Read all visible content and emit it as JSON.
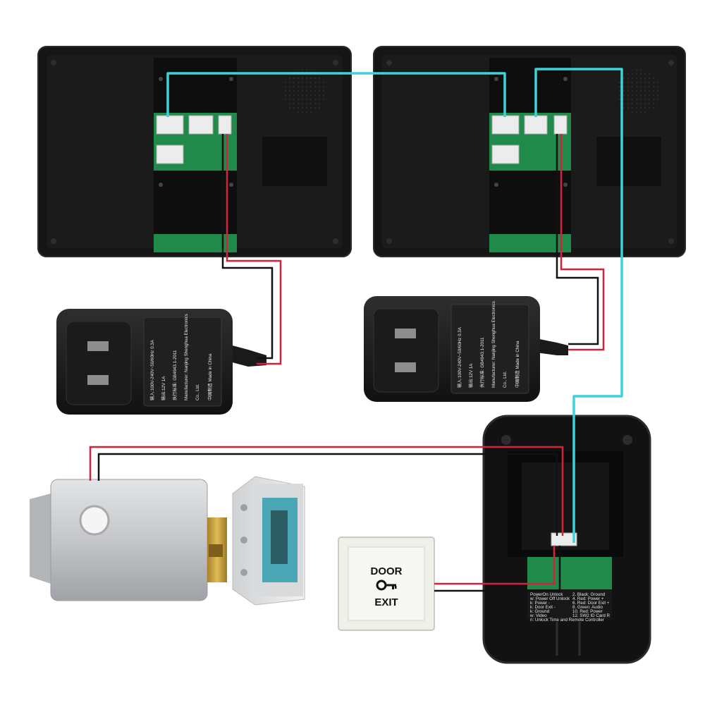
{
  "colors": {
    "signal_wire": "#3fd3d8",
    "power_wire_red": "#d2233a",
    "power_wire_black": "#111111",
    "monitor_body": "#151515",
    "pcb_green": "#1f8a4a",
    "lock_body": "#c9cbcd"
  },
  "exit_button": {
    "line1": "DOOR",
    "line2": "EXIT",
    "icon": "key-icon"
  },
  "adapter_left": {
    "label_lines": [
      "输入:100V-240V~50/60Hz 0.3A",
      "输出:12V 1A",
      "执行标准: GB4943.1-2011",
      "Manufacturer: Nanjing Shenghua Electronics",
      "Co., Ltd.",
      "中国制造 Made in China"
    ]
  },
  "adapter_right": {
    "label_lines": [
      "输入:100V-240V~50/60Hz 0.3A",
      "输出:12V 1A",
      "执行标准: GB4943.1-2011",
      "Manufacturer: Nanjing Shenghua Electronics",
      "Co., Ltd.",
      "中国制造 Made in China"
    ]
  },
  "camera_label": {
    "left": [
      "PowerOn Unlock",
      "w: Power Off Unlock",
      "k: Power -",
      "k: Door Exit -",
      "k: Ground",
      "w: Video",
      "n: Unlock Time and Remote Controller"
    ],
    "right": [
      "2. Black: Ground",
      "4. Red: Power +",
      "6. Red: Door Exit +",
      "8. Green: Audio",
      "10. Red: Power",
      "12. SW2 ID Card R"
    ]
  }
}
